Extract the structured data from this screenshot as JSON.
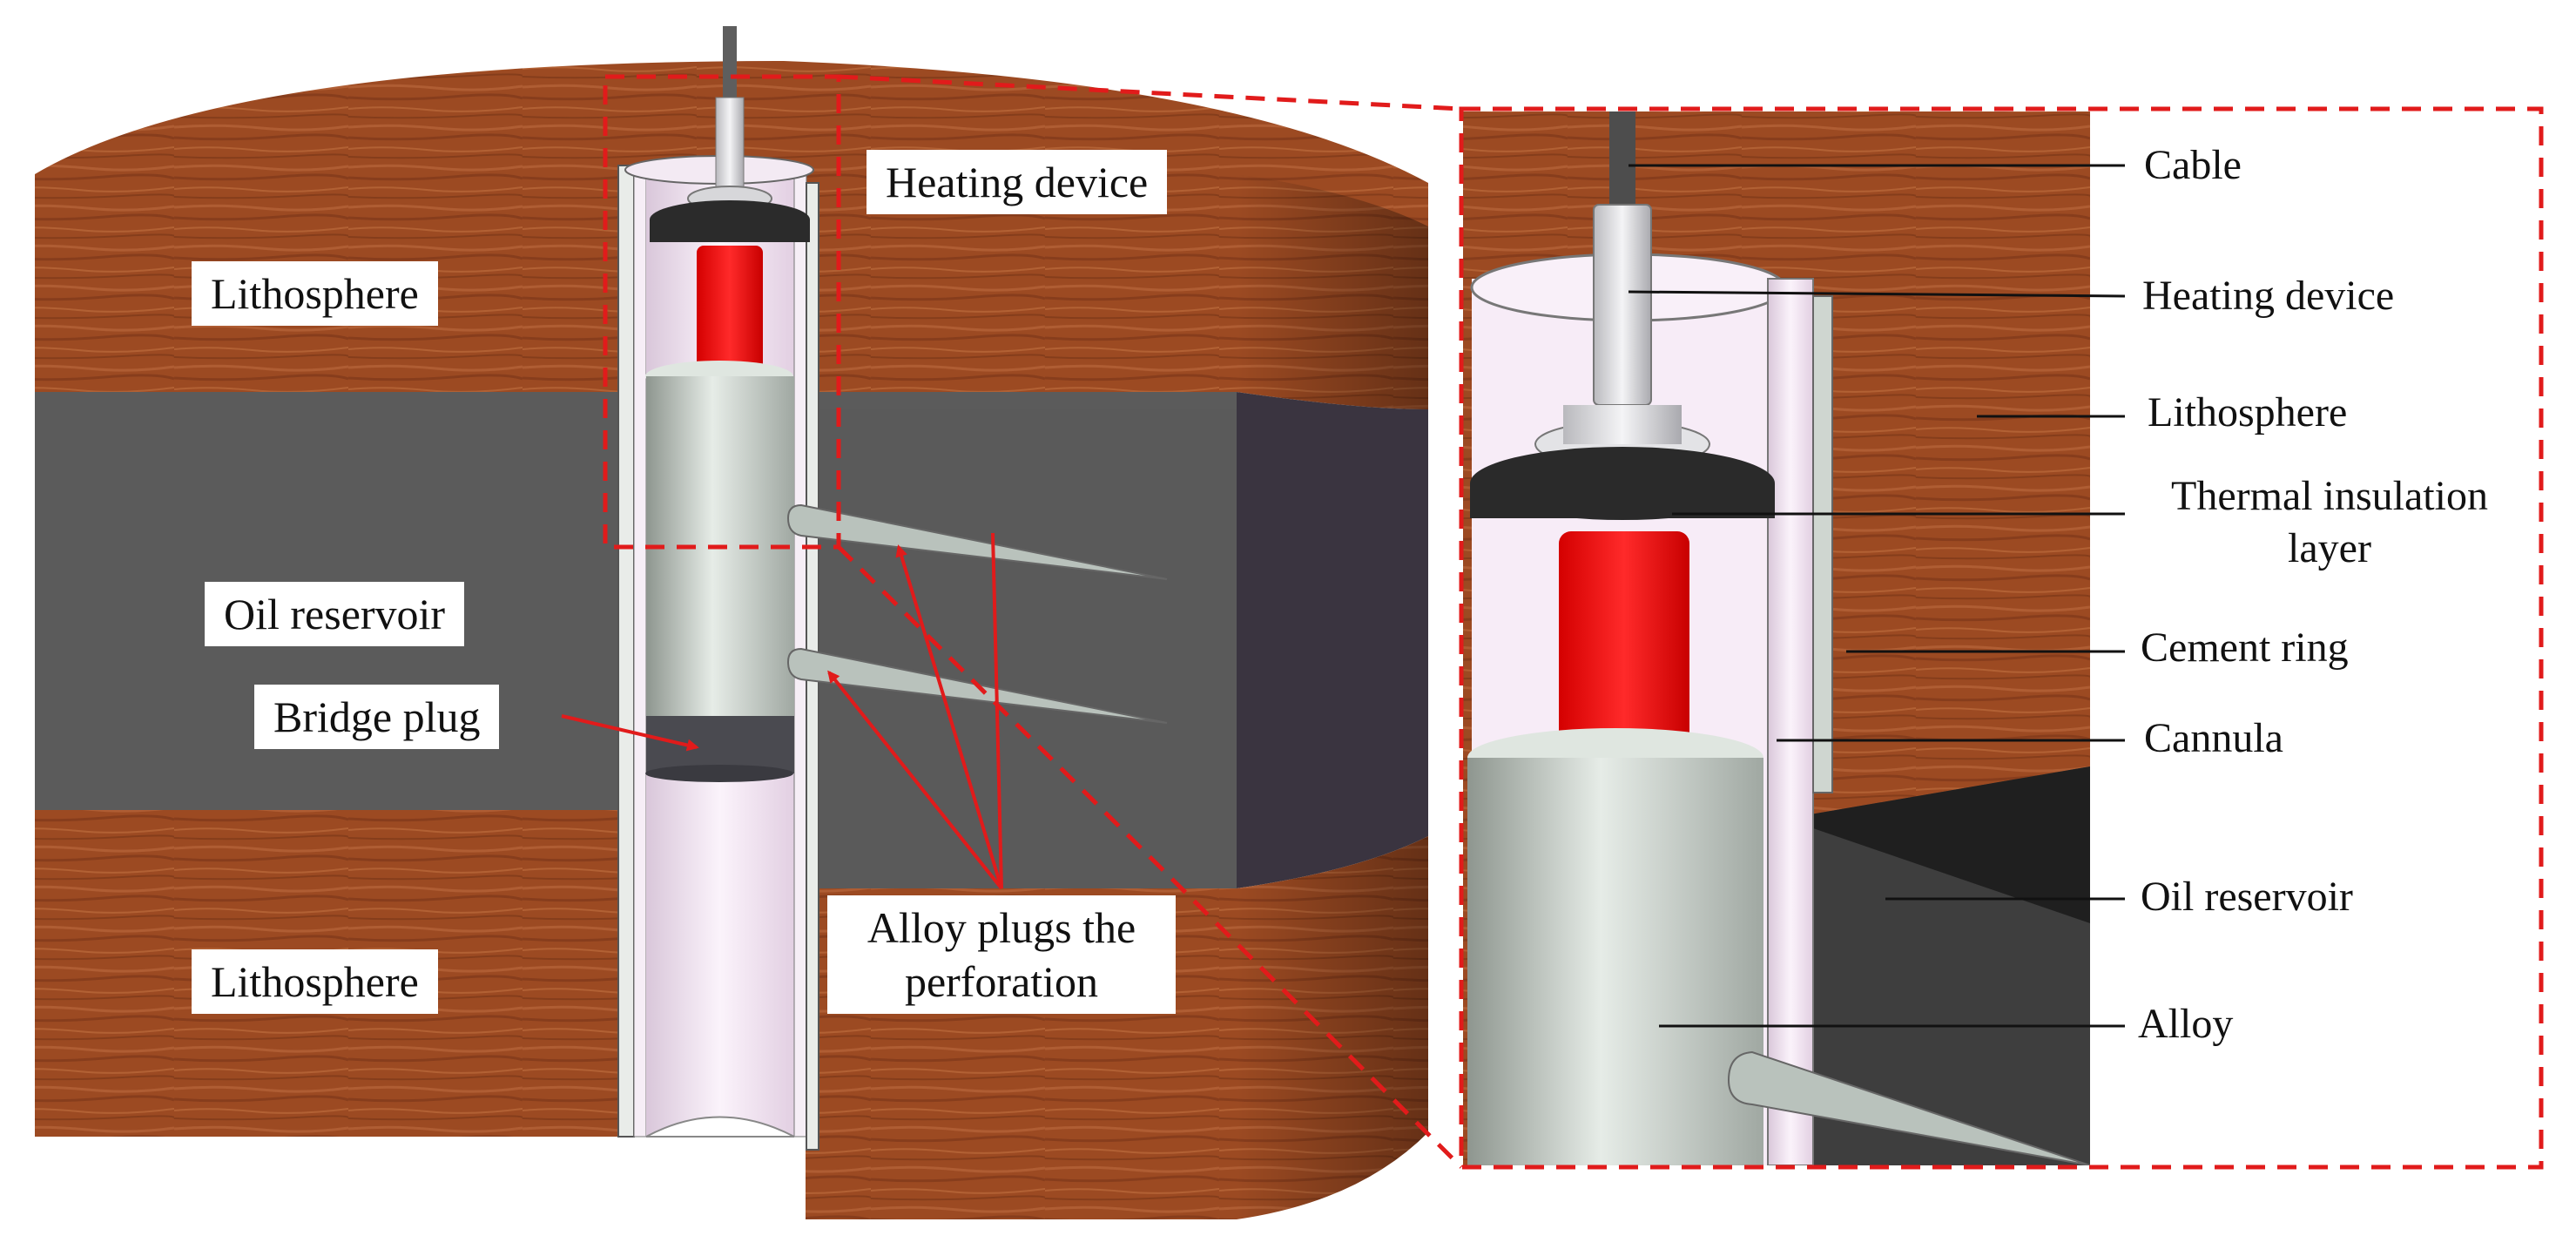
{
  "main_view": {
    "labels": {
      "heating_device": "Heating device",
      "lithosphere_top": "Lithosphere",
      "oil_reservoir": "Oil reservoir",
      "bridge_plug": "Bridge plug",
      "lithosphere_bottom": "Lithosphere",
      "alloy_plugs_line1": "Alloy plugs the",
      "alloy_plugs_line2": "perforation"
    }
  },
  "detail_view": {
    "labels": {
      "cable": "Cable",
      "heating_device": "Heating device",
      "lithosphere": "Lithosphere",
      "thermal_insulation_line1": "Thermal insulation",
      "thermal_insulation_line2": "layer",
      "cement_ring": "Cement ring",
      "cannula": "Cannula",
      "oil_reservoir": "Oil reservoir",
      "alloy": "Alloy"
    }
  },
  "colors": {
    "rock": "#9c4a22",
    "rock_dark": "#7a3417",
    "reservoir": "#5b5b5b",
    "reservoir_side": "#3a3440",
    "heater_red": "#f01010",
    "callout_red": "#e11b1b",
    "casing": "#f3e6f3",
    "alloy": "#c7cfc9"
  }
}
